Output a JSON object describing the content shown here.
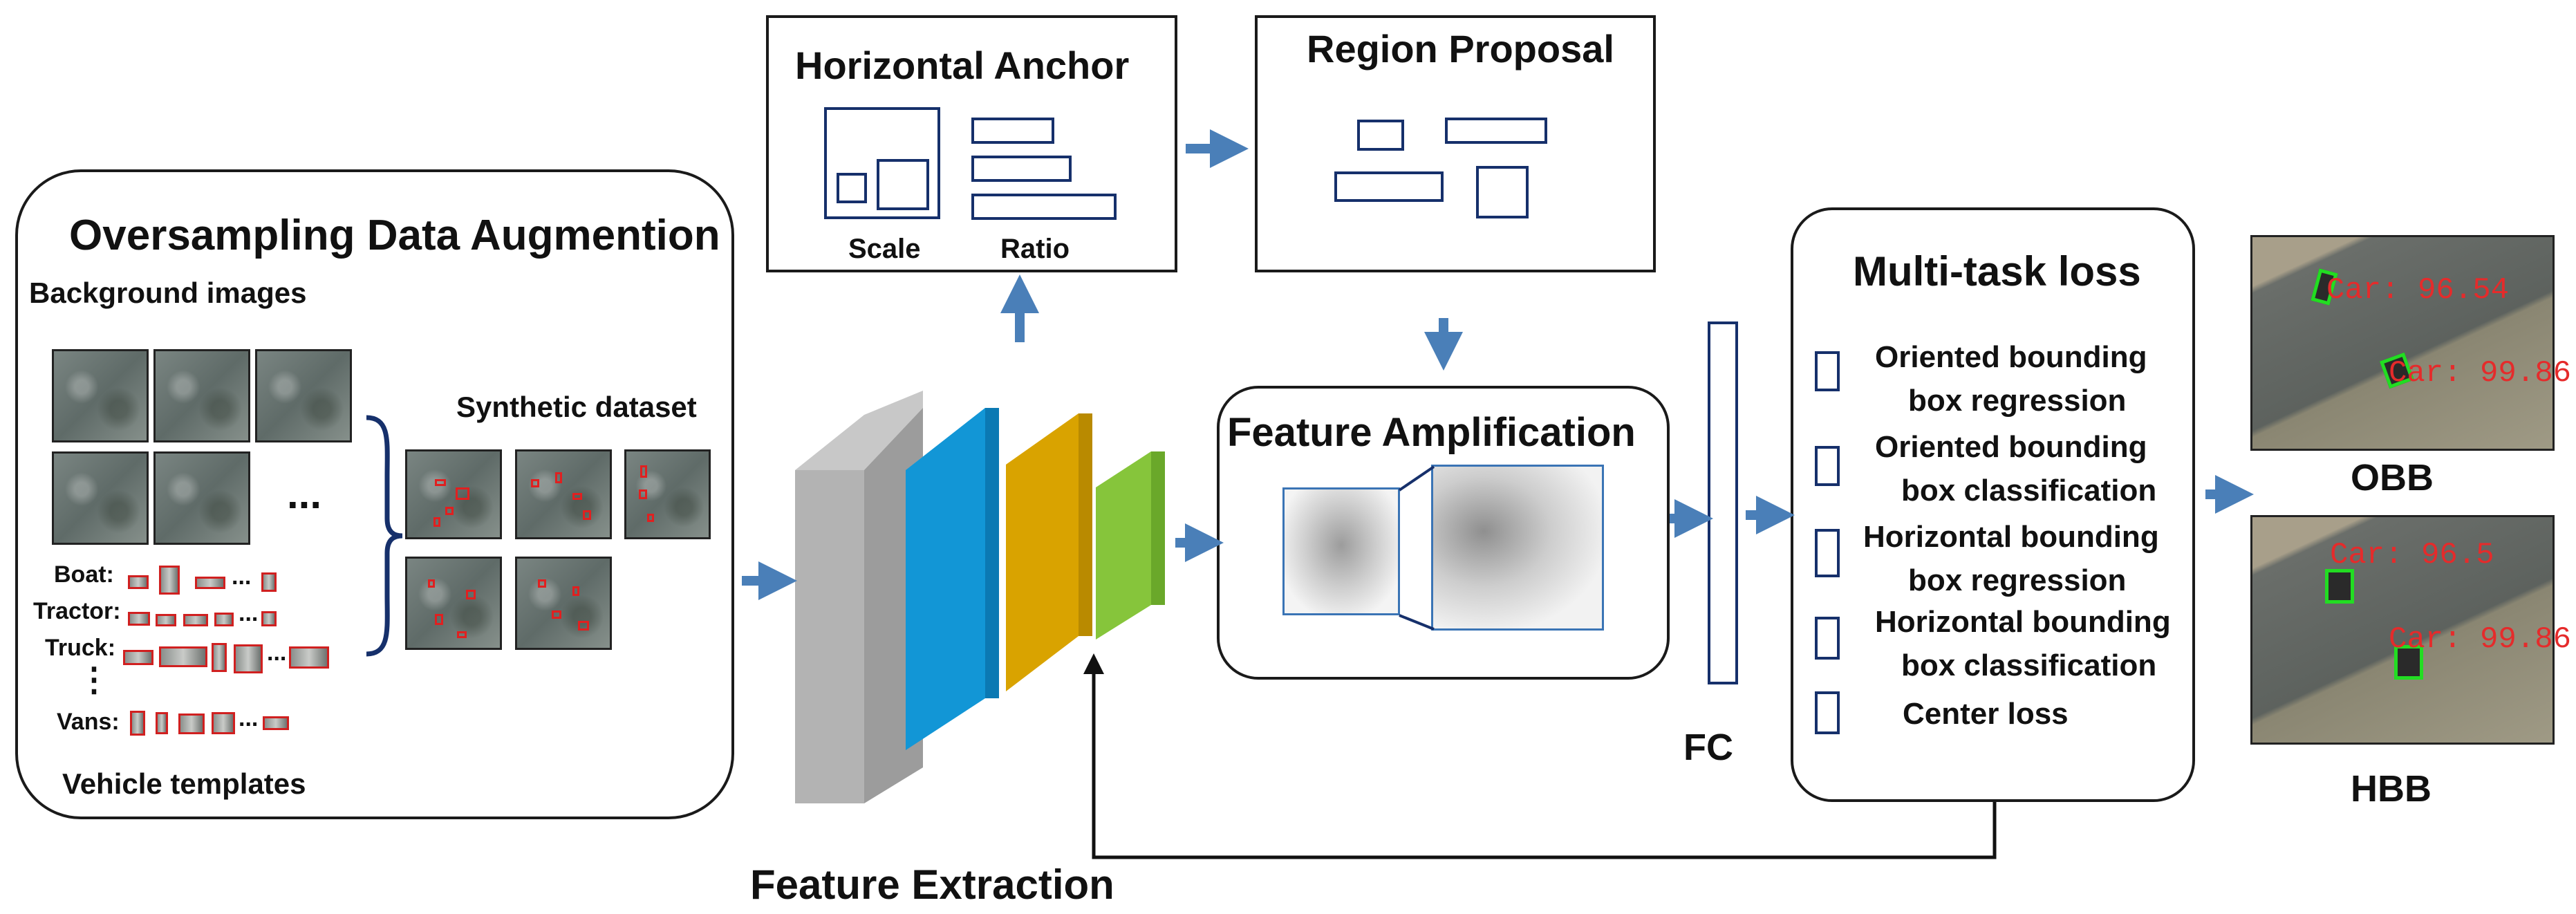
{
  "augmentation": {
    "title": "Oversampling Data Augmention",
    "background_label": "Background images",
    "ellipsis": "...",
    "synthetic_label": "Synthetic dataset",
    "vehicle_rows": [
      {
        "label": "Boat:"
      },
      {
        "label": "Tractor:"
      },
      {
        "label": "Truck:"
      },
      {
        "label": "⋮"
      },
      {
        "label": "Vans:"
      }
    ],
    "row_ellipsis": "...",
    "templates_label": "Vehicle templates"
  },
  "anchor": {
    "title": "Horizontal Anchor",
    "scale_label": "Scale",
    "ratio_label": "Ratio"
  },
  "proposal": {
    "title": "Region Proposal"
  },
  "amplification": {
    "title": "Feature Amplification"
  },
  "extraction": {
    "title": "Feature Extraction"
  },
  "fc": {
    "label": "FC"
  },
  "loss": {
    "title": "Multi-task loss",
    "items": [
      {
        "line1": "Oriented bounding",
        "line2": "box regression"
      },
      {
        "line1": "Oriented bounding",
        "line2": "box classification"
      },
      {
        "line1": "Horizontal bounding",
        "line2": "box regression"
      },
      {
        "line1": "Horizontal bounding",
        "line2": "box classification"
      },
      {
        "line1": "Center loss",
        "line2": ""
      }
    ]
  },
  "outputs": {
    "obb_label": "OBB",
    "hbb_label": "HBB",
    "obb_detections": [
      "Car: 96.54",
      "Car: 99.86"
    ],
    "hbb_detections": [
      "Car: 96.5",
      "Car: 99.86"
    ]
  },
  "colors": {
    "arrow": "#4a7fb8",
    "layer_gray": "#b3b3b3",
    "layer_blue": "#1296d6",
    "layer_orange": "#d9a300",
    "layer_green": "#86c53b",
    "outline": "#16306b",
    "detection": "#22dd22",
    "detection_text": "#e52b2b"
  }
}
